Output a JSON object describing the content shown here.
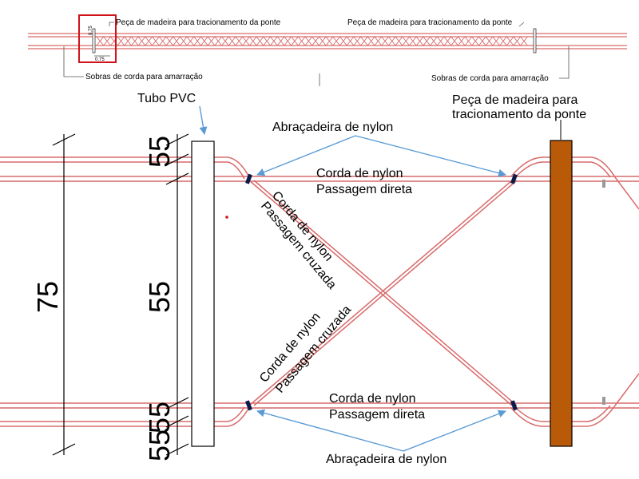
{
  "overview": {
    "dims": {
      "a": "0.75",
      "b": "0.75"
    },
    "label_wood_left": "Peça de madeira para tracionamento da ponte",
    "label_wood_right": "Peça de madeira para tracionamento da ponte",
    "label_rope_left": "Sobras de corda para amarração",
    "label_rope_right": "Sobras de corda para amarração",
    "highlight_color": "#d0131b",
    "rope_color": "#d96a6a"
  },
  "detail": {
    "tubo_pvc": "Tubo PVC",
    "wood_label_line1": "Peça de madeira para",
    "wood_label_line2": "tracionamento da ponte",
    "clamp_top": "Abraçadeira de nylon",
    "clamp_bottom": "Abraçadeira de nylon",
    "direct_top_line1": "Corda de nylon",
    "direct_top_line2": "Passagem direta",
    "direct_bottom_line1": "Corda de nylon",
    "direct_bottom_line2": "Passagem direta",
    "cross_a_line1": "Corda de nylon",
    "cross_a_line2": "Passagem cruzada",
    "cross_b_line1": "Corda de nylon",
    "cross_b_line2": "Passagem cruzada",
    "dims": {
      "total": "75",
      "top": "55",
      "middle": "55",
      "bottom_a": "55",
      "bottom_b": "55"
    },
    "wood_color": "#b85a08",
    "arrow_color": "#5b9bd5"
  }
}
